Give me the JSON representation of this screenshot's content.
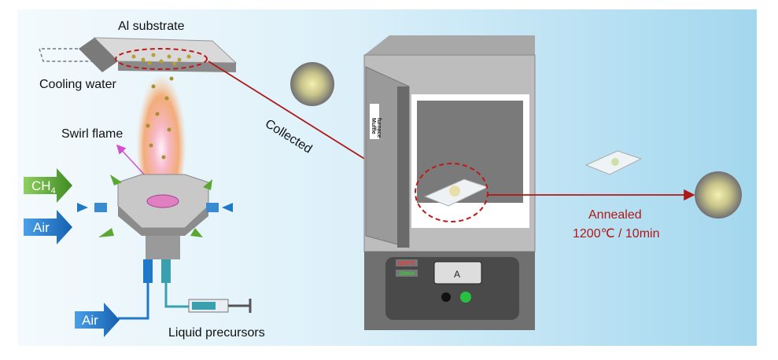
{
  "labels": {
    "substrate": "Al substrate",
    "cooling_water": "Cooling water",
    "swirl_flame": "Swirl flame",
    "ch4": "CH",
    "ch4_sub": "4",
    "air_top": "Air",
    "air_bottom": "Air",
    "liquid_precursors": "Liquid precursors",
    "collected": "Collected",
    "annealed": "Annealed",
    "anneal_conditions": "1200℃ / 10min"
  },
  "furnace": {
    "nameplate_line1": "Muffle",
    "nameplate_line2": "furnace",
    "temp_display": "1200℃",
    "time_display": "10min",
    "meter_label": "A"
  },
  "colors": {
    "background_start": "#f4fafd",
    "background_end": "#a3d7ee",
    "accent_red": "#b01818",
    "arrow_green": "#5aa832",
    "arrow_blue": "#1f78c8"
  }
}
